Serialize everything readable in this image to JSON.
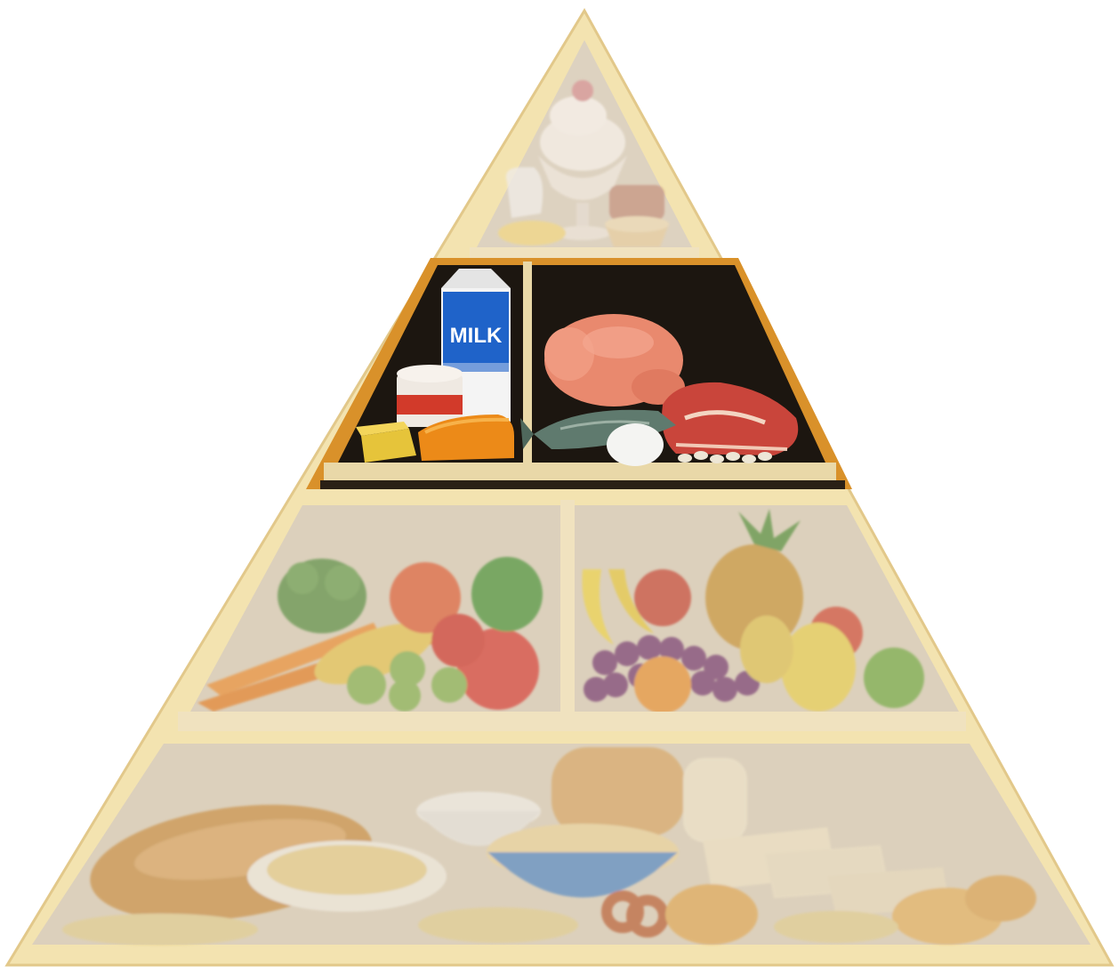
{
  "tiers": [
    {
      "id": "fats-oils-sweets",
      "faded": true,
      "compartments": [
        {
          "id": "sweets",
          "items": [
            "pitcher",
            "ice-cream-sundae",
            "cake",
            "pie",
            "butter"
          ]
        }
      ]
    },
    {
      "id": "dairy-and-protein",
      "faded": false,
      "compartments": [
        {
          "id": "dairy",
          "items": [
            "milk-carton",
            "yogurt-cup",
            "cheese-wedge",
            "butter-block"
          ]
        },
        {
          "id": "protein",
          "items": [
            "roast-chicken",
            "steak",
            "fish",
            "egg",
            "beans"
          ]
        }
      ]
    },
    {
      "id": "vegetables-and-fruits",
      "faded": true,
      "compartments": [
        {
          "id": "vegetables",
          "items": [
            "broccoli",
            "carrots",
            "tomatoes",
            "green-pepper",
            "brussels-sprouts",
            "squash"
          ]
        },
        {
          "id": "fruits",
          "items": [
            "bananas",
            "pineapple",
            "grapes",
            "pear",
            "apple",
            "orange",
            "lime"
          ]
        }
      ]
    },
    {
      "id": "grains",
      "faded": true,
      "compartments": [
        {
          "id": "grains",
          "items": [
            "bread-loaf",
            "pasta-plate",
            "cereal-bowl",
            "rice-bowl",
            "sliced-bread",
            "pretzel",
            "rolls"
          ]
        }
      ]
    }
  ],
  "milk_carton_label": "MILK",
  "colors": {
    "frame": "#f3e3b0",
    "frame_edge": "#e2c88a",
    "wall_faded": "#dcd0bc",
    "wall_active": "#1c1610",
    "accent_frame": "#d9912a",
    "milk_blue": "#1f63c9"
  }
}
